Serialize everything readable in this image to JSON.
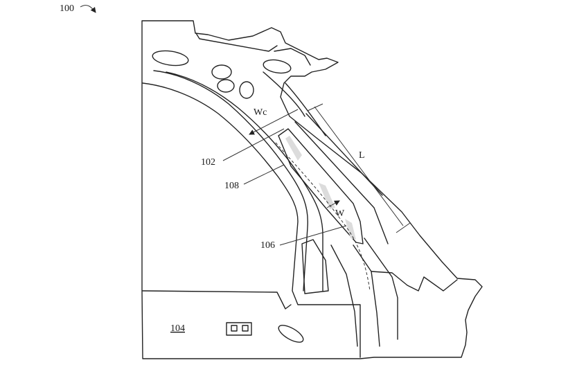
{
  "labels": {
    "fig": "100",
    "wc": "Wc",
    "l": "L",
    "w": "W",
    "ref_102": "102",
    "ref_108": "108",
    "ref_106": "106",
    "ref_104": "104"
  }
}
